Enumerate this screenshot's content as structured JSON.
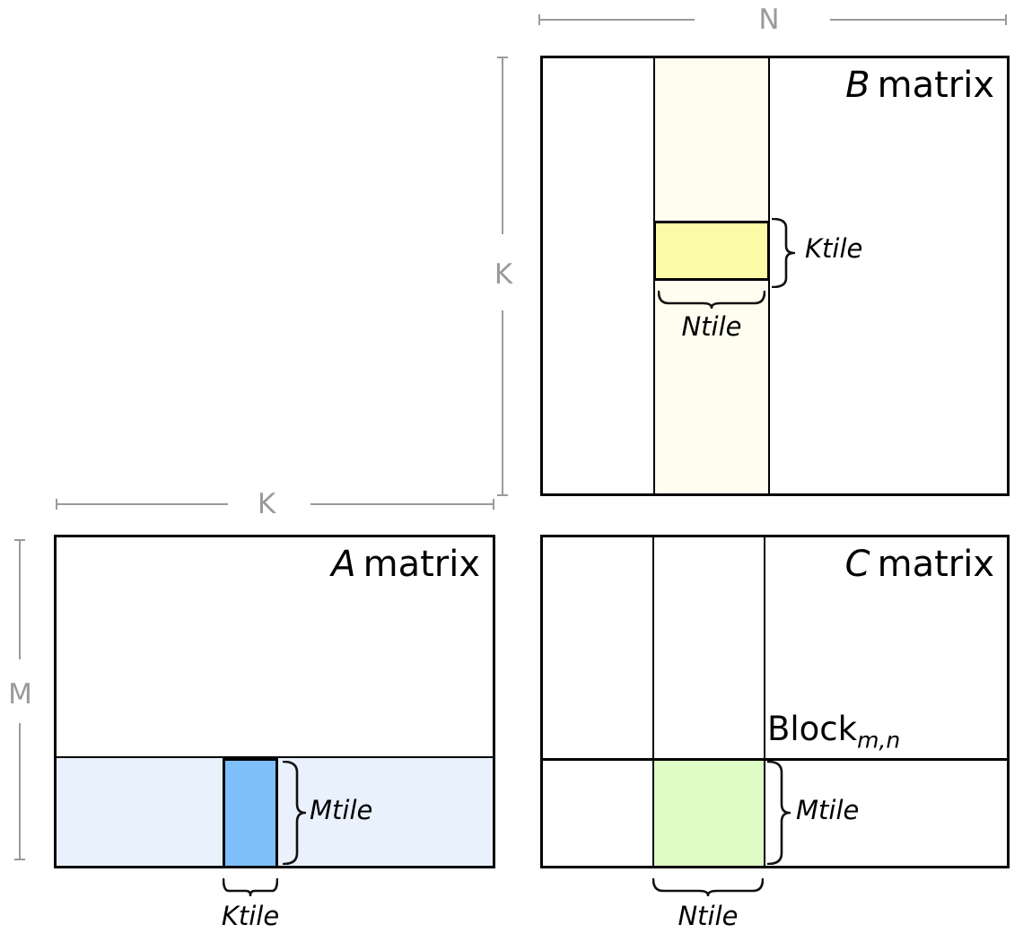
{
  "matrix_b": {
    "letter": "B",
    "word": "matrix",
    "dim_width": "N",
    "dim_height": "K",
    "tile_height_label": "Ktile",
    "tile_width_label": "Ntile"
  },
  "matrix_a": {
    "letter": "A",
    "word": "matrix",
    "dim_width": "K",
    "dim_height": "M",
    "tile_height_label": "Mtile",
    "tile_width_label": "Ktile"
  },
  "matrix_c": {
    "letter": "C",
    "word": "matrix",
    "block_label": "Block",
    "block_subscript": "m,n",
    "tile_height_label": "Mtile",
    "tile_width_label": "Ntile"
  },
  "colors": {
    "b_strip_ivory": "#fefdef",
    "b_tile_yellow": "#fbfba8",
    "a_strip_light_blue": "#e8f1fc",
    "a_tile_blue": "#7fbffc",
    "c_tile_green": "#defcc6",
    "dimension_gray": "#9a9a9a",
    "line_black": "#000000"
  }
}
